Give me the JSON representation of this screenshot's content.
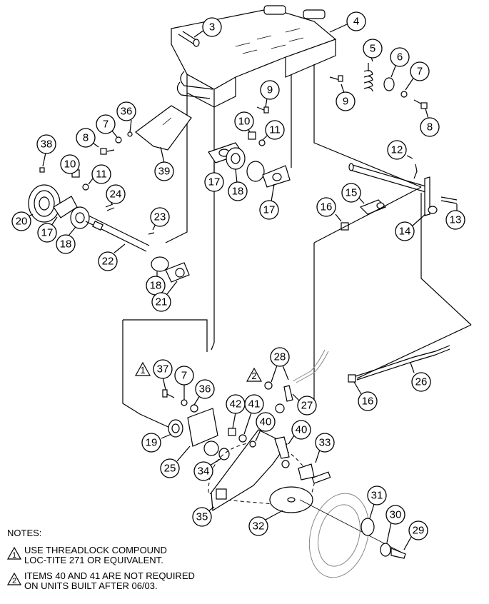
{
  "callouts": [
    "3",
    "4",
    "5",
    "6",
    "7",
    "9",
    "9",
    "8",
    "36",
    "7",
    "8",
    "38",
    "10",
    "11",
    "24",
    "23",
    "20",
    "17",
    "18",
    "22",
    "18",
    "21",
    "39",
    "10",
    "11",
    "17",
    "18",
    "17",
    "12",
    "16",
    "15",
    "13",
    "14",
    "28",
    "37",
    "7",
    "36",
    "1",
    "2",
    "27",
    "42",
    "41",
    "40",
    "40",
    "33",
    "26",
    "16",
    "19",
    "25",
    "34",
    "35",
    "32",
    "31",
    "30",
    "29"
  ],
  "triangle_marks": [
    "1",
    "2"
  ],
  "notes": {
    "header": "NOTES:",
    "items": [
      {
        "mark": "1",
        "lines": [
          "USE THREADLOCK COMPOUND",
          "LOC-TITE 271 OR EQUIVALENT."
        ]
      },
      {
        "mark": "2",
        "lines": [
          "ITEMS 40 AND 41 ARE NOT REQUIRED",
          "ON UNITS BUILT AFTER 06/03."
        ]
      }
    ]
  }
}
